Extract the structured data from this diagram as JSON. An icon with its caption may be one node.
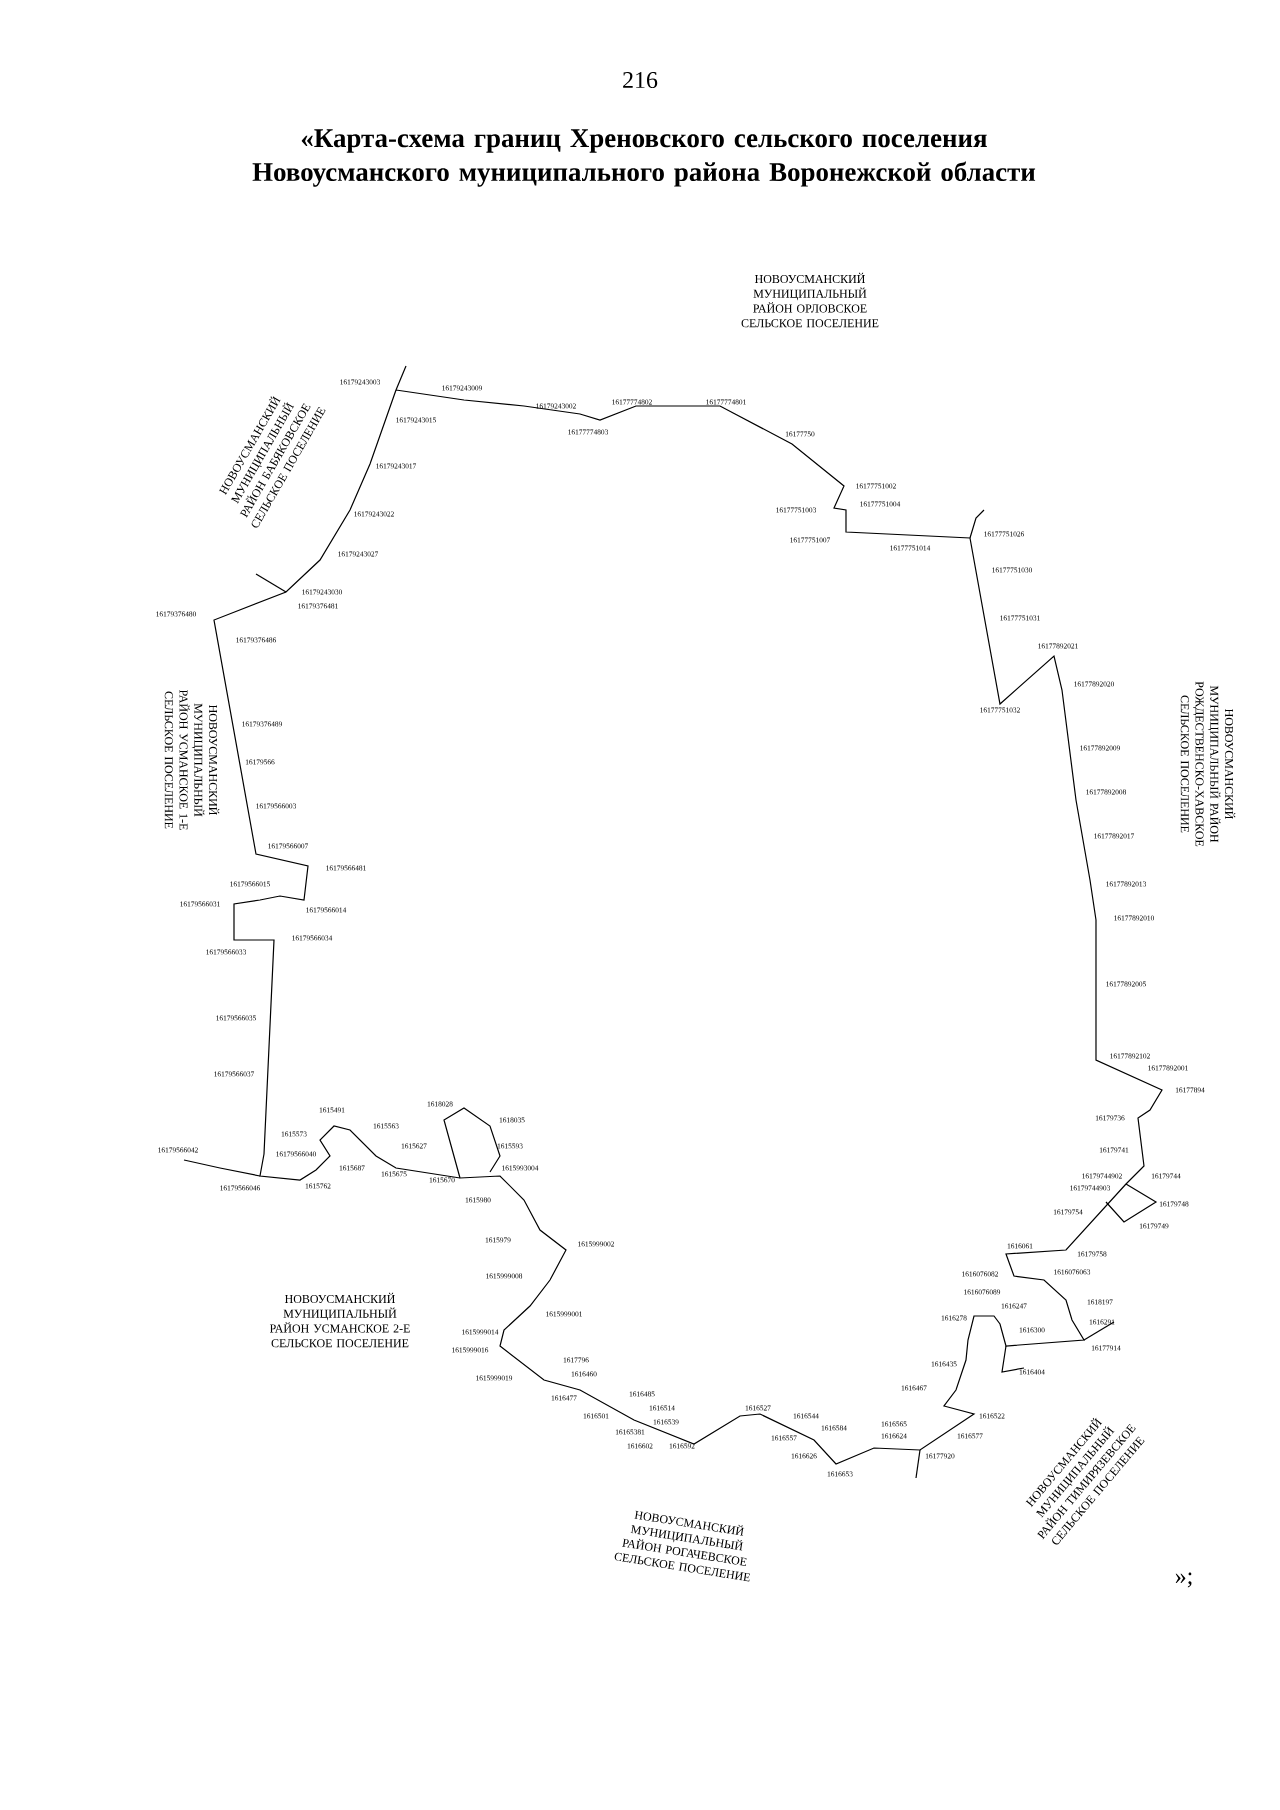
{
  "diagram": {
    "title": "«Карта-схема границ Хреновского сельского поселения Новоусманского муниципального района Воронежской области",
    "labels": [
      "216",
      "НОВОУСМАНСКИЙ МУНИЦИПАЛЬНЫЙ РАЙОН ОРЛОВСКОЕ СЕЛЬСКОЕ ПОСЕЛЕНИЕ",
      "НОВОУСМАНСКИЙ МУНИЦИПАЛЬНЫЙ РАЙОН БАБЯКОВСКОЕ СЕЛЬСКОЕ ПОСЕЛЕНИЕ",
      "НОВОУСМАНСКИЙ МУНИЦИПАЛЬНЫЙ РАЙОН УСМАНСКОЕ 1-Е СЕЛЬСКОЕ ПОСЕЛЕНИЕ",
      "НОВОУСМАНСКИЙ МУНИЦИПАЛЬНЫЙ РАЙОН РОЖДЕСТВЕНСКО-ХАВСКОЕ СЕЛЬСКОЕ ПОСЕЛЕНИЕ",
      "НОВОУСМАНСКИЙ МУНИЦИПАЛЬНЫЙ РАЙОН УСМАНСКОЕ 2-Е СЕЛЬСКОЕ ПОСЕЛЕНИЕ",
      "НОВОУСМАНСКИЙ МУНИЦИПАЛЬНЫЙ РАЙОН РОГАЧЕВСКОЕ СЕЛЬСКОЕ ПОСЕЛЕНИЕ",
      "НОВОУСМАНСКИЙ МУНИЦИПАЛЬНЫЙ РАЙОН ТИМИРЯЗЕВСКОЕ СЕЛЬСКОЕ ПОСЕЛЕНИЕ",
      "16179243003",
      "16179243009",
      "16179243002",
      "16177774802",
      "16177774803",
      "16177774801",
      "16177750",
      "16177751002",
      "16177751004",
      "16177751003",
      "16177751007",
      "16177751014",
      "16177751026",
      "16177751030",
      "16177751031",
      "16177892021",
      "16177892020",
      "16177751032",
      "16177892009",
      "16177892008",
      "16177892017",
      "16177892013",
      "16177892010",
      "16177892005",
      "16177892102",
      "16177892001",
      "16177894",
      "16179736",
      "16179741",
      "16179744902",
      "16179744",
      "16179744903",
      "16179748",
      "16179754",
      "16179749",
      "1616061",
      "16179758",
      "1616076082",
      "1616076063",
      "1616076089",
      "1618197",
      "1616247",
      "1616278",
      "1616291",
      "1616300",
      "16177914",
      "1616435",
      "1616404",
      "1616467",
      "1616522",
      "1616565",
      "1616624",
      "1616577",
      "16177920",
      "1616544",
      "1616584",
      "1616557",
      "1616626",
      "1616653",
      "1616527",
      "1616539",
      "1616514",
      "1616485",
      "16165381",
      "1616602",
      "1616592",
      "1616501",
      "1616460",
      "1617796",
      "1616477",
      "1615999019",
      "1615999016",
      "1615999014",
      "1615999001",
      "1615999008",
      "1615999002",
      "1615979",
      "1615980",
      "1615993004",
      "1615670",
      "1615593",
      "1618035",
      "1618028",
      "1615627",
      "1615675",
      "1615563",
      "1615491",
      "1615573",
      "1615687",
      "1615762",
      "16179566040",
      "16179566042",
      "16179566046",
      "16179566037",
      "16179566035",
      "16179566033",
      "16179566034",
      "16179566014",
      "16179566031",
      "16179566015",
      "16179566481",
      "16179566007",
      "16179566003",
      "16179566",
      "16179376489",
      "16179376486",
      "16179376480",
      "16179376481",
      "16179243030",
      "16179243027",
      "16179243022",
      "16179243017",
      "16179243015",
      "»;"
    ]
  }
}
